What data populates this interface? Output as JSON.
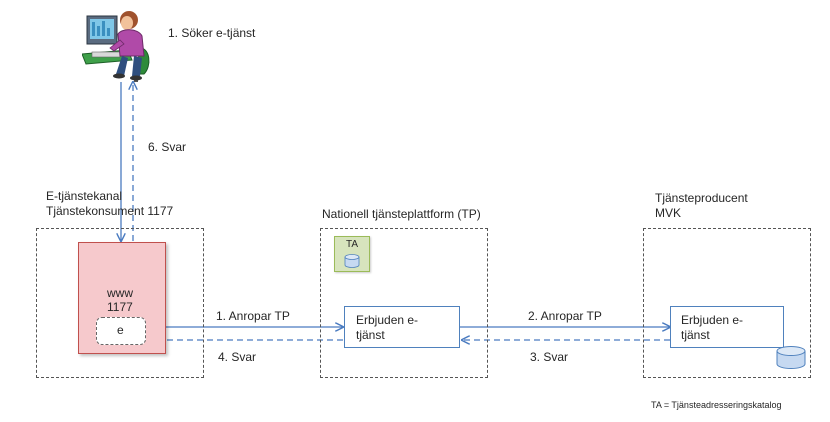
{
  "steps": {
    "search": "1. Söker e-tjänst",
    "reply_user": "6. Svar",
    "call_tp": "1. Anropar TP",
    "reply_consumer": "4. Svar",
    "call_producer": "2. Anropar TP",
    "reply_tp": "3. Svar"
  },
  "consumer": {
    "title_line1": "E-tjänstekanal",
    "title_line2": "Tjänstekonsument 1177",
    "www_line1": "www",
    "www_line2": "1177",
    "e_label": "e"
  },
  "platform": {
    "title": "Nationell tjänsteplattform (TP)",
    "ta_label": "TA",
    "service_line1": "Erbjuden e-",
    "service_line2": "tjänst"
  },
  "producer": {
    "title_line1": "Tjänsteproducent",
    "title_line2": "MVK",
    "service_line1": "Erbjuden e-",
    "service_line2": "tjänst"
  },
  "footnote": "TA = Tjänsteadresseringskatalog",
  "colors": {
    "arrow": "#4a7bc0",
    "www_fill": "#f6c9cc",
    "www_border": "#c0504d",
    "ta_fill": "#d7e4bd",
    "ta_border": "#9bbb59",
    "service_border": "#4f81bd",
    "db_fill": "#c6d9f1"
  }
}
